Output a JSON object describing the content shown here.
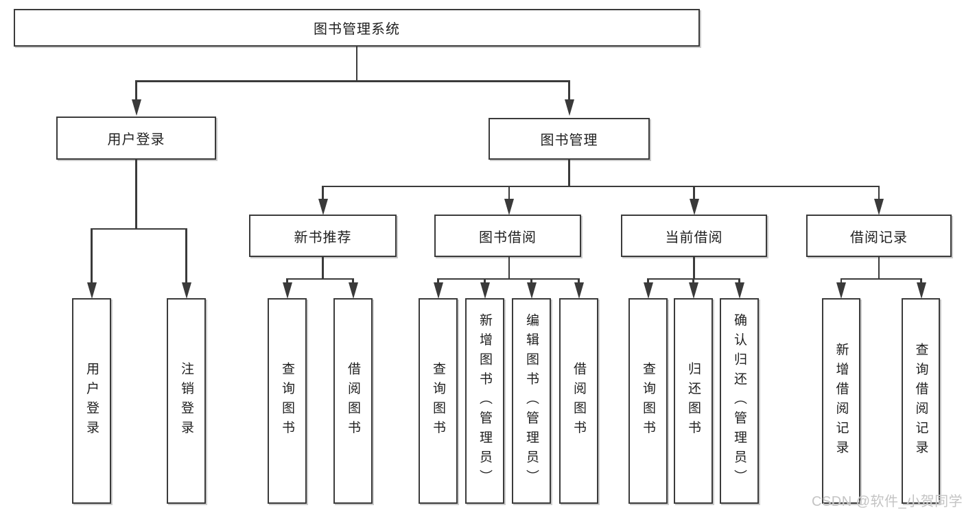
{
  "diagram": {
    "title": "图书管理系统",
    "root": {
      "label": "图书管理系统"
    },
    "branches": [
      {
        "label": "用户登录",
        "children": [
          {
            "label": "用户登录"
          },
          {
            "label": "注销登录"
          }
        ]
      },
      {
        "label": "图书管理",
        "children": [
          {
            "label": "新书推荐",
            "children": [
              {
                "label": "查询图书"
              },
              {
                "label": "借阅图书"
              }
            ]
          },
          {
            "label": "图书借阅",
            "children": [
              {
                "label": "查询图书"
              },
              {
                "label": "新增图书（管理员）"
              },
              {
                "label": "编辑图书（管理员）"
              },
              {
                "label": "借阅图书"
              }
            ]
          },
          {
            "label": "当前借阅",
            "children": [
              {
                "label": "查询图书"
              },
              {
                "label": "归还图书"
              },
              {
                "label": "确认归还（管理员）"
              }
            ]
          },
          {
            "label": "借阅记录",
            "children": [
              {
                "label": "新增借阅记录"
              },
              {
                "label": "查询借阅记录"
              }
            ]
          }
        ]
      }
    ]
  },
  "watermark": {
    "text": "CSDN @软件_小贺同学"
  },
  "colors": {
    "line": "#3a3a3a",
    "box_border": "#3a3a3a",
    "text": "#1f1f1f",
    "watermark": "#c4c4c4",
    "background": "#ffffff"
  }
}
